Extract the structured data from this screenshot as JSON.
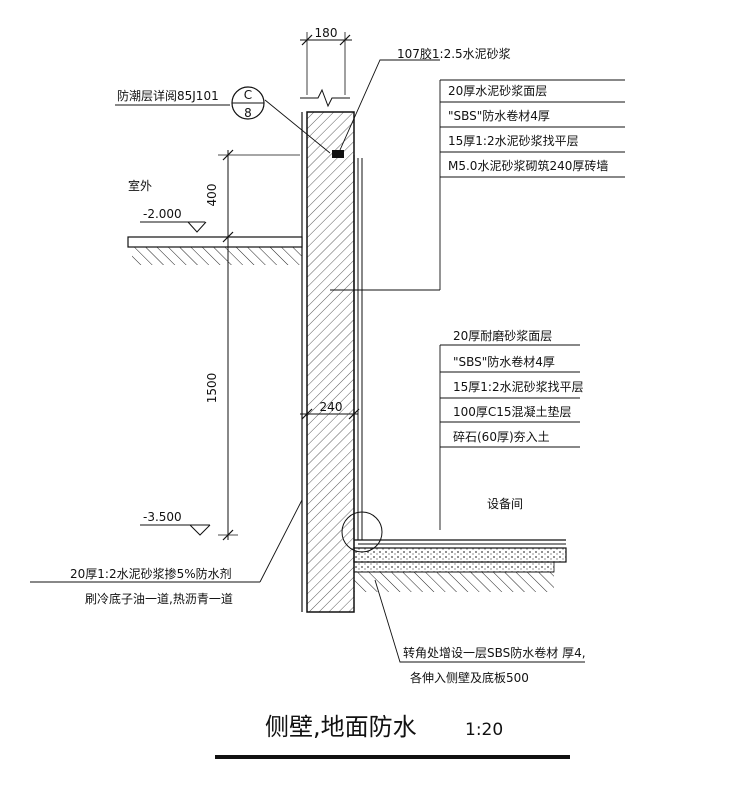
{
  "title": "侧壁,地面防水",
  "scale": "1:20",
  "dimensions": {
    "wall_thickness_top": "180",
    "height_upper": "400",
    "height_lower": "1500",
    "wall_thickness_mid": "240"
  },
  "elevations": {
    "outdoor": "-2.000",
    "bottom": "-3.500"
  },
  "labels": {
    "outdoor": "室外",
    "equipment_room": "设备间",
    "cap_mortar": "107胶1:2.5水泥砂浆",
    "moisture_detail": "防潮层详阅85J101",
    "detail_ref_top": "C",
    "detail_ref_bottom": "8"
  },
  "wall_layers": [
    "20厚水泥砂浆面层",
    "\"SBS\"防水卷材4厚",
    "15厚1:2水泥砂浆找平层",
    "M5.0水泥砂浆砌筑240厚砖墙"
  ],
  "floor_layers": [
    "20厚耐磨砂浆面层",
    "\"SBS\"防水卷材4厚",
    "15厚1:2水泥砂浆找平层",
    "100厚C15混凝土垫层",
    "碎石(60厚)夯入土"
  ],
  "outer_wall_notes": [
    "20厚1:2水泥砂浆掺5%防水剂",
    "刷冷底子油一道,热沥青一道"
  ],
  "corner_notes": [
    "转角处增设一层SBS防水卷材 厚4,",
    "各伸入侧壁及底板500"
  ]
}
